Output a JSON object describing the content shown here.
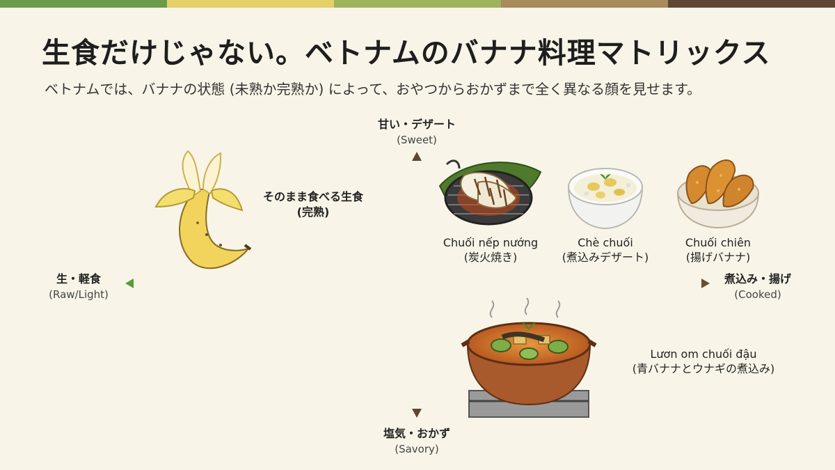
{
  "colors": {
    "top_bar": [
      "#6b9a4a",
      "#e3d069",
      "#9eb35c",
      "#a88a5c",
      "#5e4632"
    ],
    "background": "#f8f5e8",
    "axis_green": "#5a9a3c",
    "axis_gold": "#c9b23a",
    "axis_brown": "#6b4e2e"
  },
  "header": {
    "title": "生食だけじゃない。ベトナムのバナナ料理マトリックス",
    "subtitle": "ベトナムでは、バナナの状態 (未熟か完熟か) によって、おやつからおかずまで全く異なる顔を見せます。"
  },
  "axes": {
    "top": {
      "ja": "甘い・デザート",
      "en": "(Sweet)"
    },
    "bottom": {
      "ja": "塩気・おかず",
      "en": "(Savory)"
    },
    "left": {
      "ja": "生・軽食",
      "en": "(Raw/Light)"
    },
    "right": {
      "ja": "煮込み・揚げ",
      "en": "(Cooked)"
    }
  },
  "items": {
    "raw": {
      "icon": "banana-icon",
      "label": "そのまま食べる生食",
      "sub": "(完熟)"
    },
    "grilled": {
      "icon": "grilled-banana-icon",
      "label": "Chuối nếp nướng",
      "sub": "(炭火焼き)"
    },
    "che": {
      "icon": "dessert-bowl-icon",
      "label": "Chè chuối",
      "sub": "(煮込みデザート)"
    },
    "fried": {
      "icon": "fried-banana-icon",
      "label": "Chuối chiên",
      "sub": "(揚げバナナ)"
    },
    "eel": {
      "icon": "clay-pot-icon",
      "label": "Lươn om chuối đậu",
      "sub": "(青バナナとウナギの煮込み)"
    }
  }
}
